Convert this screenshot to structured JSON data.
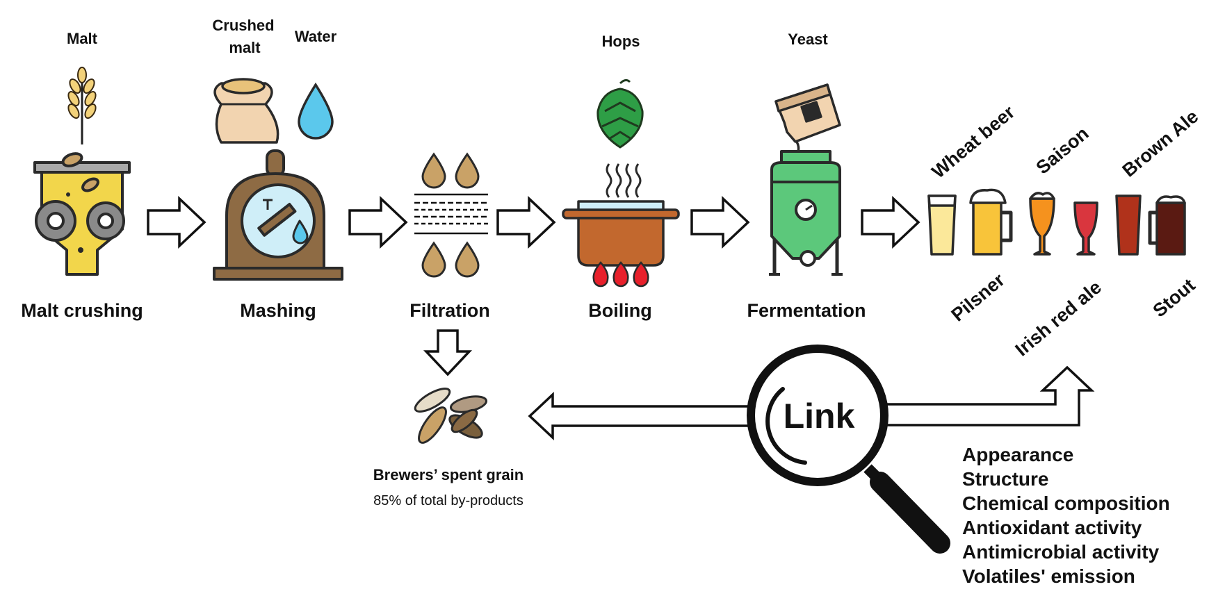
{
  "steps": {
    "malt_crushing": "Malt crushing",
    "mashing": "Mashing",
    "filtration": "Filtration",
    "boiling": "Boiling",
    "fermentation": "Fermentation"
  },
  "ingredients": {
    "malt": "Malt",
    "crushed_malt_line1": "Crushed",
    "crushed_malt_line2": "malt",
    "water": "Water",
    "hops": "Hops",
    "yeast": "Yeast"
  },
  "beers": {
    "wheat_beer": "Wheat beer",
    "saison": "Saison",
    "brown_ale": "Brown Ale",
    "pilsner": "Pilsner",
    "irish_red_ale": "Irish red ale",
    "stout": "Stout"
  },
  "byproduct": {
    "title": "Brewers’ spent grain",
    "subtitle": "85% of total by-products"
  },
  "link_label": "Link",
  "properties": [
    "Appearance",
    "Structure",
    "Chemical composition",
    "Antioxidant activity",
    "Antimicrobial activity",
    "Volatiles' emission"
  ],
  "colors": {
    "malt_yellow": "#f2d64b",
    "mash_brown": "#8e6b44",
    "water_blue": "#5bc8ec",
    "hops_green": "#2e9e46",
    "pot_orange": "#c2682e",
    "flame_red": "#e8202b",
    "fermenter_green": "#5cc87b",
    "grain_tan": "#c9a267"
  },
  "icons": [
    "wheat-icon",
    "grinder-icon",
    "sack-icon",
    "water-drop-icon",
    "mash-tun-icon",
    "filter-icon",
    "hop-cone-icon",
    "boiling-pot-icon",
    "yeast-pack-icon",
    "fermenter-icon",
    "beer-glasses-icon",
    "spent-grain-icon",
    "magnifier-icon"
  ]
}
